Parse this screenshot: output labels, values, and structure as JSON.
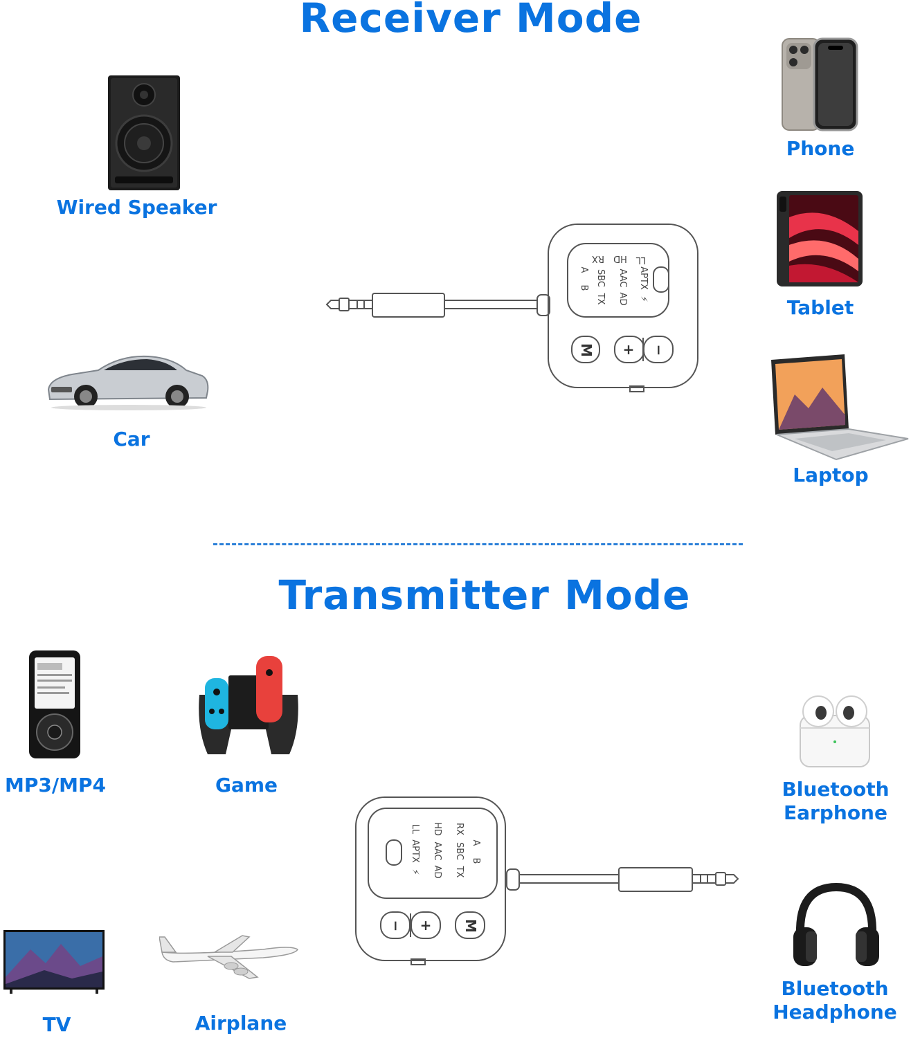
{
  "receiver": {
    "title": "Receiver Mode",
    "outputs": [
      {
        "label": "Wired Speaker",
        "icon": "speaker-icon"
      },
      {
        "label": "Car",
        "icon": "car-icon"
      }
    ],
    "sources": [
      {
        "label": "Phone",
        "icon": "phone-icon"
      },
      {
        "label": "Tablet",
        "icon": "tablet-icon"
      },
      {
        "label": "Laptop",
        "icon": "laptop-icon"
      }
    ]
  },
  "transmitter": {
    "title": "Transmitter Mode",
    "sources": [
      {
        "label": "MP3/MP4",
        "icon": "mp3-player-icon"
      },
      {
        "label": "Game",
        "icon": "game-console-icon"
      },
      {
        "label": "TV",
        "icon": "tv-icon"
      },
      {
        "label": "Airplane",
        "icon": "airplane-icon"
      }
    ],
    "outputs": [
      {
        "label": "Bluetooth Earphone",
        "icon": "earbuds-icon"
      },
      {
        "label": "Bluetooth Headphone",
        "icon": "headphones-icon"
      }
    ]
  },
  "device": {
    "indicators": [
      "A",
      "B",
      "RX",
      "SBC",
      "TX",
      "HD",
      "AAC",
      "AD",
      "LL",
      "APTX",
      "⚡"
    ],
    "buttons": {
      "mode": "M",
      "plus": "+",
      "minus": "−"
    }
  },
  "colors": {
    "accent": "#0a73e0",
    "outline": "#555555"
  }
}
